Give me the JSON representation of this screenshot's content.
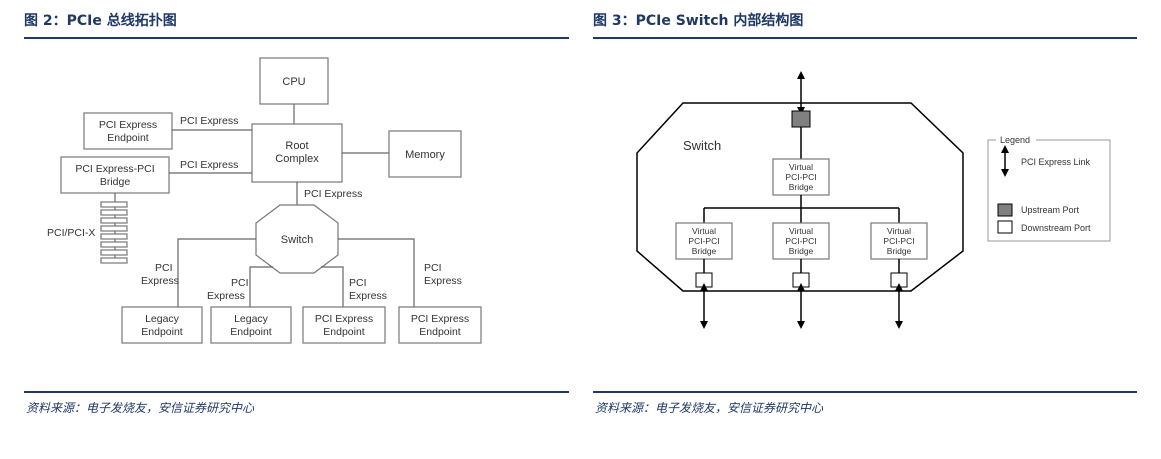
{
  "left": {
    "title": "图 2：PCIe 总线拓扑图",
    "source": "资料来源：电子发烧友，安信证券研究中心",
    "diagram": {
      "cpu": "CPU",
      "root1": "Root",
      "root2": "Complex",
      "memory": "Memory",
      "pci_ep1": "PCI Express",
      "pci_ep2": "Endpoint",
      "bridge1": "PCI Express-PCI",
      "bridge2": "Bridge",
      "link_ep": "PCI Express",
      "link_bridge": "PCI Express",
      "link_switch": "PCI Express",
      "pcix": "PCI/PCI-X",
      "switch": "Switch",
      "pci1": "PCI",
      "express1": "Express",
      "pci2": "PCI",
      "express2": "Express",
      "pci3": "PCI",
      "express3": "Express",
      "pci4": "PCI",
      "express4": "Express",
      "legacy1a": "Legacy",
      "legacy1b": "Endpoint",
      "legacy2a": "Legacy",
      "legacy2b": "Endpoint",
      "pcie_ep3a": "PCI Express",
      "pcie_ep3b": "Endpoint",
      "pcie_ep4a": "PCI Express",
      "pcie_ep4b": "Endpoint"
    }
  },
  "right": {
    "title": "图 3：PCIe Switch 内部结构图",
    "source": "资料来源：电子发烧友，安信证券研究中心",
    "diagram": {
      "switch_label": "Switch",
      "vb1": "Virtual",
      "vb2": "PCI-PCI",
      "vb3": "Bridge",
      "legend_title": "Legend",
      "legend_link": "PCI Express Link",
      "legend_up": "Upstream Port",
      "legend_down": "Downstream Port"
    }
  }
}
